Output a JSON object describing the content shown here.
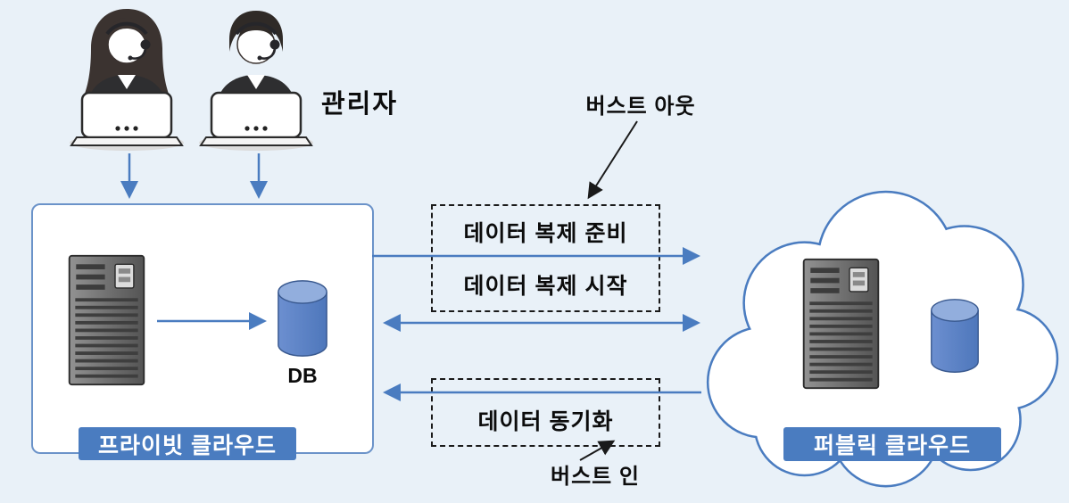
{
  "colors": {
    "background": "#e9f1f8",
    "accent_blue": "#4a7cc0",
    "badge_blue": "#4a7cc0",
    "dash_border": "#1a1a1a",
    "server_gray": "#6e6e6e",
    "db_blue": "#5d83c6"
  },
  "admins": {
    "label": "관리자"
  },
  "private_cloud": {
    "badge": "프라이빗 클라우드",
    "db_label": "DB"
  },
  "public_cloud": {
    "badge": "퍼블릭 클라우드"
  },
  "flows": {
    "replication_prepare": "데이터 복제 준비",
    "replication_start": "데이터 복제 시작",
    "sync": "데이터 동기화",
    "burst_out": "버스트 아웃",
    "burst_in": "버스트 인"
  },
  "icons": [
    "admin-female-icon",
    "admin-male-icon",
    "server-icon-private",
    "db-icon-private",
    "server-icon-public",
    "db-icon-public",
    "cloud-shape-icon",
    "arrow-icons"
  ]
}
